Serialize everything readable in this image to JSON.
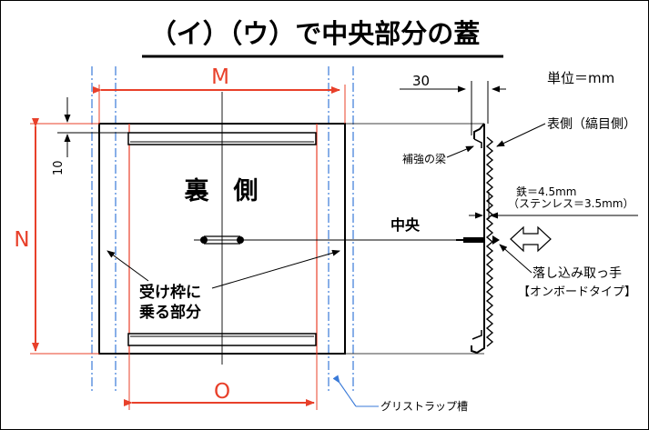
{
  "title": "（イ）（ウ）で中央部分の蓋",
  "unit_label": "単位＝mm",
  "dimensions": {
    "width_label": "M",
    "height_label": "N",
    "bottom_label": "O",
    "edge_10": "10",
    "top_30": "30"
  },
  "labels": {
    "back_side": "裏　側",
    "seat_part_line1": "受け枠に",
    "seat_part_line2": "乗る部分",
    "front_side": "表側（縞目側）",
    "reinforcing_beam": "補強の梁",
    "thickness_line1": "鉄＝4.5mm",
    "thickness_line2": "（ステンレス＝3.5mm）",
    "center": "中央",
    "handle_line1": "落し込み取っ手",
    "handle_line2": "【オンボードタイプ】",
    "grease_trap": "グリストラップ槽"
  },
  "colors": {
    "dimension": "#e8402a",
    "trap_line": "#3a7ad8",
    "outline": "#000000"
  }
}
